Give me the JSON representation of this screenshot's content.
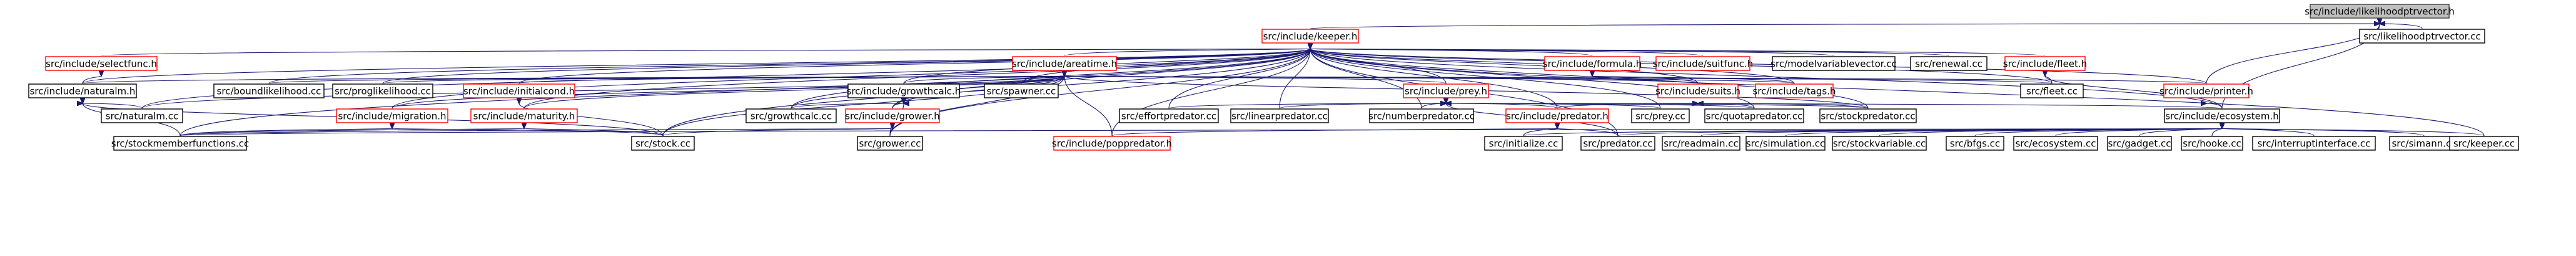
{
  "colors": {
    "edge": "#191970",
    "highlight_fill": "#bfbfbf",
    "missing_border": "#ff0000",
    "node_border": "#000000"
  },
  "nodes": [
    {
      "id": "likelihoodptrvector_h",
      "label": "src/include/likelihoodptrvector.h",
      "style": "highlight"
    },
    {
      "id": "keeper_h",
      "label": "src/include/keeper.h",
      "style": "red"
    },
    {
      "id": "likelihoodptrvector_cc",
      "label": "src/likelihoodptrvector.cc",
      "style": "plain"
    },
    {
      "id": "selectfunc_h",
      "label": "src/include/selectfunc.h",
      "style": "red"
    },
    {
      "id": "areatime_h",
      "label": "src/include/areatime.h",
      "style": "red"
    },
    {
      "id": "formula_h",
      "label": "src/include/formula.h",
      "style": "red"
    },
    {
      "id": "suitfunc_h",
      "label": "src/include/suitfunc.h",
      "style": "red"
    },
    {
      "id": "modelvariablevector_cc",
      "label": "src/modelvariablevector.cc",
      "style": "plain"
    },
    {
      "id": "renewal_cc",
      "label": "src/renewal.cc",
      "style": "plain"
    },
    {
      "id": "fleet_h",
      "label": "src/include/fleet.h",
      "style": "red"
    },
    {
      "id": "naturalm_h",
      "label": "src/include/naturalm.h",
      "style": "plain"
    },
    {
      "id": "boundlikelihood_cc",
      "label": "src/boundlikelihood.cc",
      "style": "plain"
    },
    {
      "id": "proglikelihood_cc",
      "label": "src/proglikelihood.cc",
      "style": "plain"
    },
    {
      "id": "initialcond_h",
      "label": "src/include/initialcond.h",
      "style": "red"
    },
    {
      "id": "growthcalc_h",
      "label": "src/include/growthcalc.h",
      "style": "plain"
    },
    {
      "id": "spawner_cc",
      "label": "src/spawner.cc",
      "style": "plain"
    },
    {
      "id": "prey_h",
      "label": "src/include/prey.h",
      "style": "red"
    },
    {
      "id": "suits_h",
      "label": "src/include/suits.h",
      "style": "red"
    },
    {
      "id": "tags_h",
      "label": "src/include/tags.h",
      "style": "red"
    },
    {
      "id": "printer_h",
      "label": "src/include/printer.h",
      "style": "red"
    },
    {
      "id": "fleet_cc",
      "label": "src/fleet.cc",
      "style": "plain"
    },
    {
      "id": "naturalm_cc",
      "label": "src/naturalm.cc",
      "style": "plain"
    },
    {
      "id": "growthcalc_cc",
      "label": "src/growthcalc.cc",
      "style": "plain"
    },
    {
      "id": "migration_h",
      "label": "src/include/migration.h",
      "style": "red"
    },
    {
      "id": "maturity_h",
      "label": "src/include/maturity.h",
      "style": "red"
    },
    {
      "id": "grower_h",
      "label": "src/include/grower.h",
      "style": "red"
    },
    {
      "id": "effortpredator_cc",
      "label": "src/effortpredator.cc",
      "style": "plain"
    },
    {
      "id": "linearpredator_cc",
      "label": "src/linearpredator.cc",
      "style": "plain"
    },
    {
      "id": "numberpredator_cc",
      "label": "src/numberpredator.cc",
      "style": "plain"
    },
    {
      "id": "predator_h",
      "label": "src/include/predator.h",
      "style": "red"
    },
    {
      "id": "prey_cc",
      "label": "src/prey.cc",
      "style": "plain"
    },
    {
      "id": "quotapredator_cc",
      "label": "src/quotapredator.cc",
      "style": "plain"
    },
    {
      "id": "stockpredator_cc",
      "label": "src/stockpredator.cc",
      "style": "plain"
    },
    {
      "id": "ecosystem_h",
      "label": "src/include/ecosystem.h",
      "style": "plain"
    },
    {
      "id": "stockmemberfunctions_cc",
      "label": "src/stockmemberfunctions.cc",
      "style": "plain"
    },
    {
      "id": "stock_cc",
      "label": "src/stock.cc",
      "style": "plain"
    },
    {
      "id": "grower_cc",
      "label": "src/grower.cc",
      "style": "plain"
    },
    {
      "id": "poppredator_h",
      "label": "src/include/poppredator.h",
      "style": "red"
    },
    {
      "id": "initialize_cc",
      "label": "src/initialize.cc",
      "style": "plain"
    },
    {
      "id": "predator_cc",
      "label": "src/predator.cc",
      "style": "plain"
    },
    {
      "id": "readmain_cc",
      "label": "src/readmain.cc",
      "style": "plain"
    },
    {
      "id": "simulation_cc",
      "label": "src/simulation.cc",
      "style": "plain"
    },
    {
      "id": "stockvariable_cc",
      "label": "src/stockvariable.cc",
      "style": "plain"
    },
    {
      "id": "bfgs_cc",
      "label": "src/bfgs.cc",
      "style": "plain"
    },
    {
      "id": "ecosystem_cc",
      "label": "src/ecosystem.cc",
      "style": "plain"
    },
    {
      "id": "gadget_cc",
      "label": "src/gadget.cc",
      "style": "plain"
    },
    {
      "id": "hooke_cc",
      "label": "src/hooke.cc",
      "style": "plain"
    },
    {
      "id": "interruptinterface_cc",
      "label": "src/interruptinterface.cc",
      "style": "plain"
    },
    {
      "id": "simann_cc",
      "label": "src/simann.cc",
      "style": "plain"
    },
    {
      "id": "keeper_cc",
      "label": "src/keeper.cc",
      "style": "plain"
    }
  ]
}
